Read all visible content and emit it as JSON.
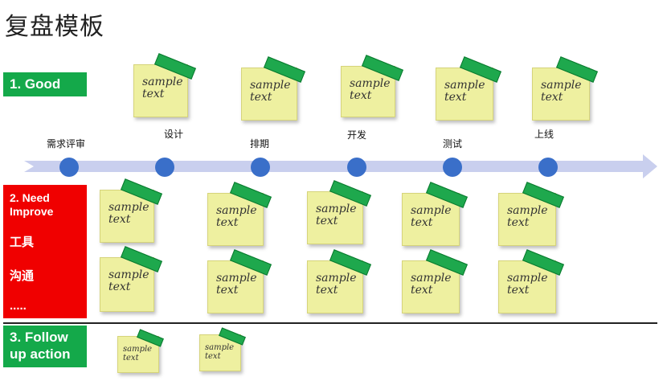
{
  "title": "复盘模板",
  "sections": {
    "good": "1. Good",
    "need_improve": {
      "heading_line1": "2. Need",
      "heading_line2": "Improve",
      "item1": "工具",
      "item2": "沟通",
      "item3": "....."
    },
    "follow_up": {
      "line1": "3. Follow",
      "line2": "up action"
    }
  },
  "stages": [
    "需求评审",
    "设计",
    "排期",
    "开发",
    "测试",
    "上线"
  ],
  "note_text": {
    "line1": "sample",
    "line2": "text"
  },
  "colors": {
    "green": "#14a94a",
    "red": "#f00000",
    "note": "#eef0a0",
    "arrow": "#c9cfee",
    "node": "#3a6fc9"
  }
}
